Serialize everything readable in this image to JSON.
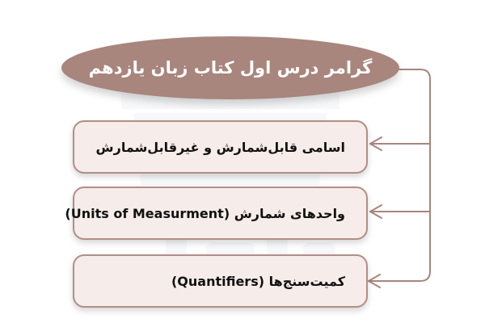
{
  "diagram": {
    "title": "گرامر درس اول کتاب زبان یازدهم",
    "items": [
      {
        "label": "اسامی قابل‌شمارش و غیرقابل‌شمارش"
      },
      {
        "label": "واحدهای شمارش (Units of Measurment)"
      },
      {
        "label": "کمیت‌سنج‌ها (Quantifiers)"
      }
    ]
  },
  "colors": {
    "title_fill": "#a8857d",
    "box_fill": "#f6ecea",
    "box_border": "#b28e86",
    "connector": "#a8857d",
    "watermark": "#dfe5ee"
  }
}
